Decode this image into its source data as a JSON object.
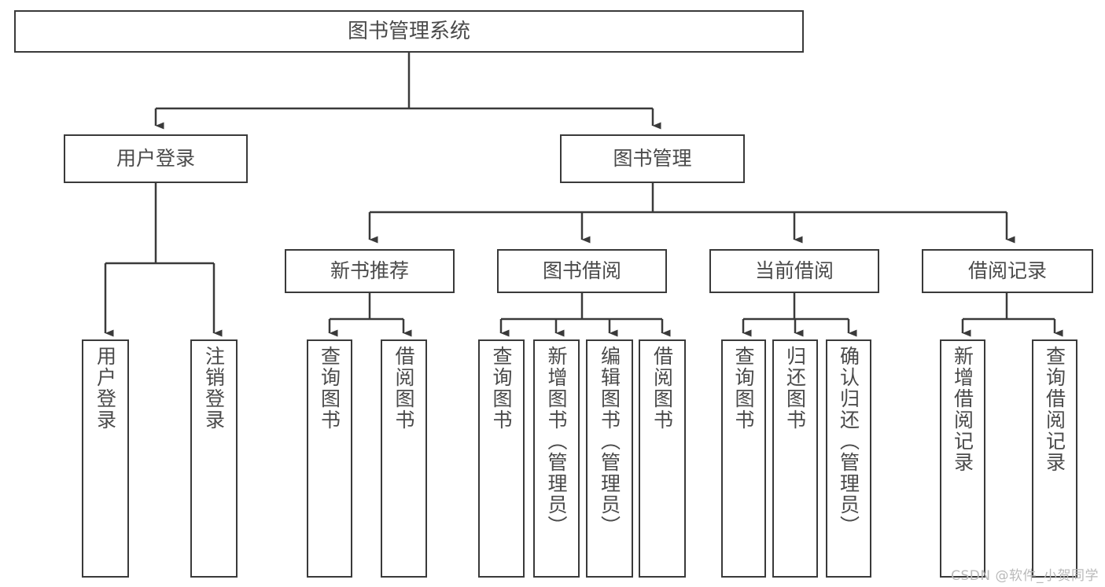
{
  "diagram": {
    "type": "tree",
    "title": "图书管理系统",
    "colors": {
      "stroke": "#3a3a3a",
      "text": "#4a4a4a",
      "background": "#ffffff",
      "watermark": "#b9b9b9"
    },
    "nodes": {
      "root": {
        "label": "图书管理系统"
      },
      "level2": [
        {
          "label": "用户登录"
        },
        {
          "label": "图书管理"
        }
      ],
      "level3": [
        {
          "label": "新书推荐"
        },
        {
          "label": "图书借阅"
        },
        {
          "label": "当前借阅"
        },
        {
          "label": "借阅记录"
        }
      ],
      "leaves": {
        "user_login": [
          {
            "label": "用户登录"
          },
          {
            "label": "注销登录"
          }
        ],
        "new_book": [
          {
            "label": "查询图书"
          },
          {
            "label": "借阅图书"
          }
        ],
        "book_borrow": [
          {
            "label": "查询图书"
          },
          {
            "label": "新增图书（管理员）"
          },
          {
            "label": "编辑图书（管理员）"
          },
          {
            "label": "借阅图书"
          }
        ],
        "current_borrow": [
          {
            "label": "查询图书"
          },
          {
            "label": "归还图书"
          },
          {
            "label": "确认归还（管理员）"
          }
        ],
        "borrow_record": [
          {
            "label": "新增借阅记录"
          },
          {
            "label": "查询借阅记录"
          }
        ]
      }
    },
    "watermark": "CSDN @软件_小贺同学"
  }
}
